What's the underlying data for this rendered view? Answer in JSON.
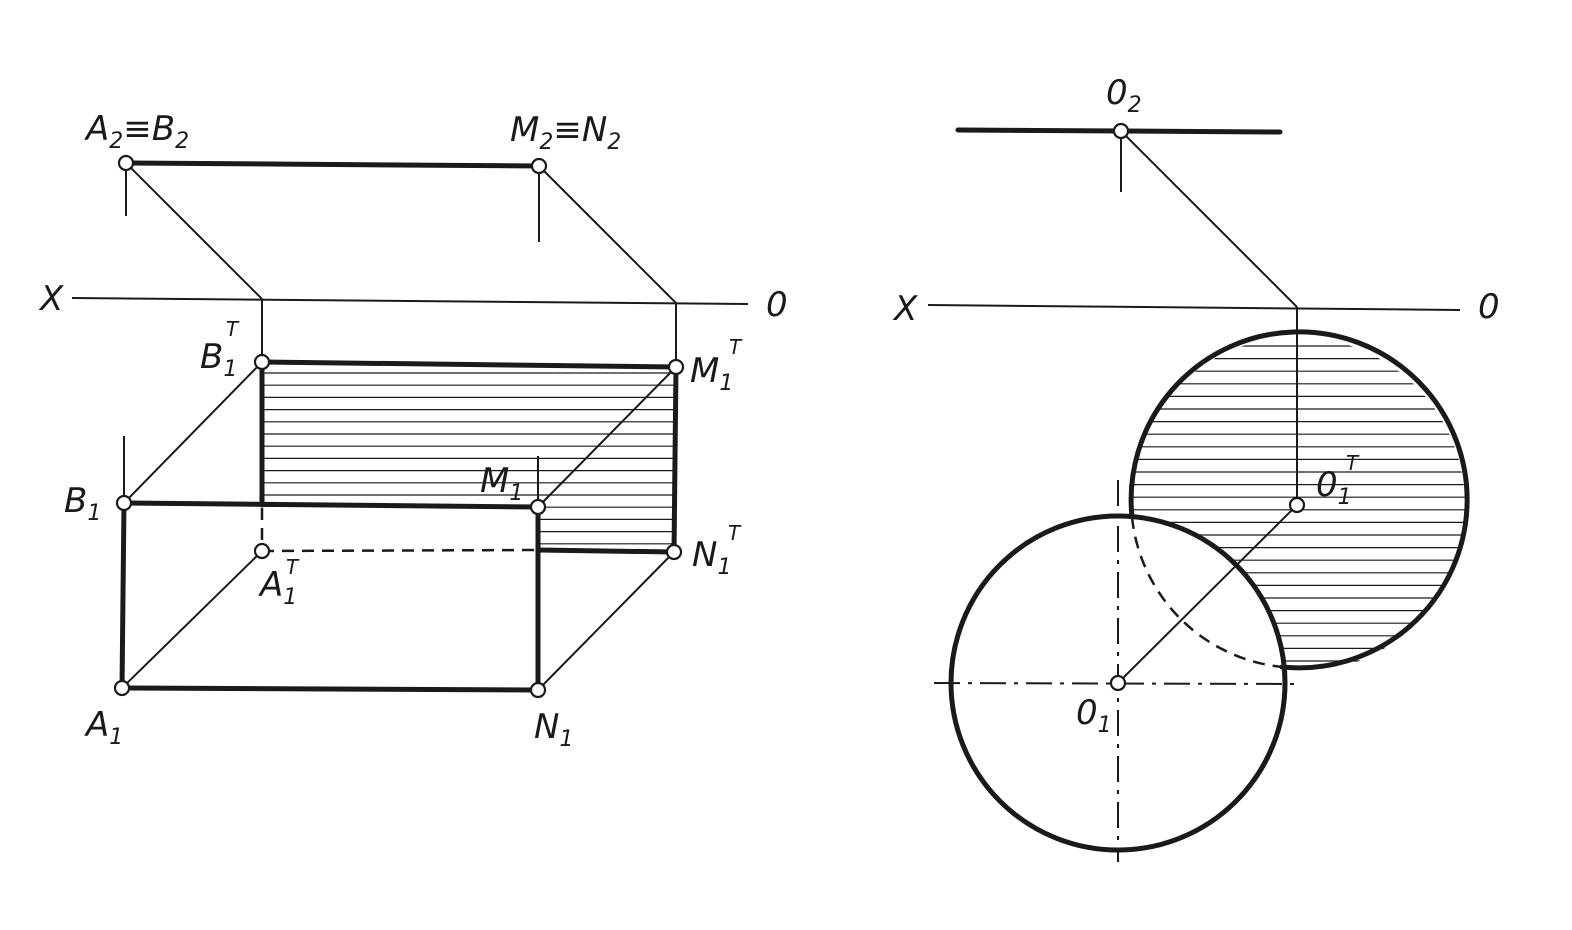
{
  "left": {
    "axis": {
      "x": "X",
      "o": "0"
    },
    "labels": {
      "a2b2": {
        "main": "A",
        "s1": "2",
        "eq": "≡B",
        "s2": "2"
      },
      "m2n2": {
        "main": "M",
        "s1": "2",
        "eq": "≡N",
        "s2": "2"
      },
      "b1t": {
        "main": "B",
        "sub": "1",
        "sup": "T"
      },
      "m1t": {
        "main": "M",
        "sub": "1",
        "sup": "T"
      },
      "b1": {
        "main": "B",
        "sub": "1"
      },
      "m1": {
        "main": "M",
        "sub": "1"
      },
      "a1t": {
        "main": "A",
        "sub": "1",
        "sup": "T"
      },
      "n1t": {
        "main": "N",
        "sub": "1",
        "sup": "T"
      },
      "a1": {
        "main": "A",
        "sub": "1"
      },
      "n1": {
        "main": "N",
        "sub": "1"
      }
    }
  },
  "right": {
    "axis": {
      "x": "X",
      "o": "0"
    },
    "labels": {
      "o2": {
        "main": "0",
        "sub": "2"
      },
      "o1t": {
        "main": "0",
        "sub": "1",
        "sup": "T"
      },
      "o1": {
        "main": "0",
        "sub": "1"
      }
    }
  }
}
